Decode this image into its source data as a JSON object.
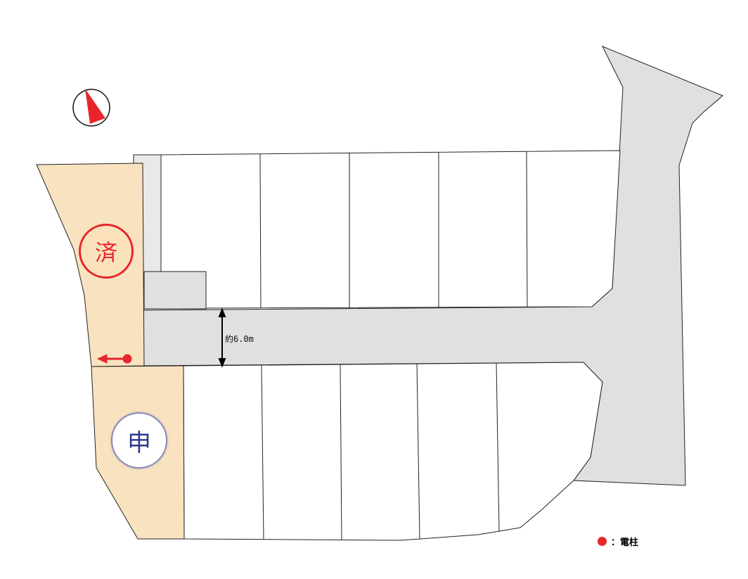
{
  "road": {
    "width_label": "約6.0m"
  },
  "lots": {
    "sold_label": "済",
    "applied_label": "申"
  },
  "legend": {
    "marker": "●",
    "text": "：電柱"
  },
  "colors": {
    "highlight": "#f9e2bf",
    "road": "#e0e0e0",
    "accent": "#e8262a",
    "applied": "#2c3a8c"
  }
}
